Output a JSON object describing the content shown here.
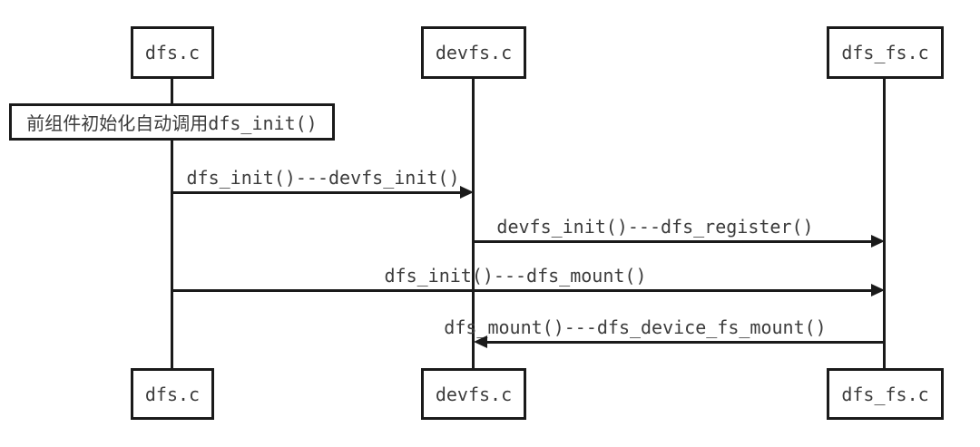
{
  "colors": {
    "line": "#1a1a1a",
    "text": "#3c3c3c",
    "background": "#ffffff"
  },
  "diagram": {
    "type": "sequence",
    "actors": [
      {
        "id": "dfs",
        "label": "dfs.c"
      },
      {
        "id": "devfs",
        "label": "devfs.c"
      },
      {
        "id": "dfs_fs",
        "label": "dfs_fs.c"
      }
    ],
    "note": {
      "text": "前组件初始化自动调用dfs_init()",
      "attached_to": "dfs.c"
    },
    "messages": [
      {
        "from": "dfs.c",
        "to": "devfs.c",
        "label": "dfs_init()---devfs_init()"
      },
      {
        "from": "devfs.c",
        "to": "dfs_fs.c",
        "label": "devfs_init()---dfs_register()"
      },
      {
        "from": "dfs.c",
        "to": "dfs_fs.c",
        "label": "dfs_init()---dfs_mount()"
      },
      {
        "from": "dfs_fs.c",
        "to": "devfs.c",
        "label": "dfs_mount()---dfs_device_fs_mount()"
      }
    ]
  }
}
